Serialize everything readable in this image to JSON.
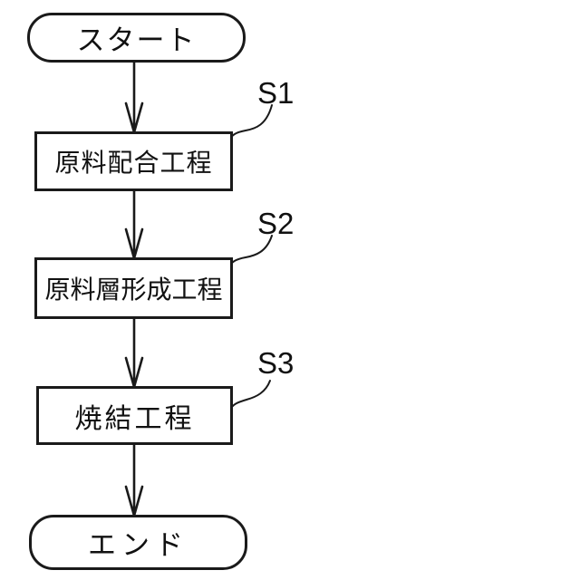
{
  "figure": {
    "background_color": "#ffffff",
    "line_color": "#1a1a1a",
    "type": "flowchart"
  },
  "nodes": [
    {
      "id": "start",
      "type": "terminator",
      "label": "スタート"
    },
    {
      "id": "step1",
      "type": "process",
      "label": "原料配合工程",
      "step": "S1"
    },
    {
      "id": "step2",
      "type": "process",
      "label": "原料層形成工程",
      "step": "S2"
    },
    {
      "id": "step3",
      "type": "process",
      "label": "焼結工程",
      "step": "S3"
    },
    {
      "id": "end",
      "type": "terminator",
      "label": "エンド"
    }
  ],
  "edges": [
    {
      "from": "start",
      "to": "step1"
    },
    {
      "from": "step1",
      "to": "step2"
    },
    {
      "from": "step2",
      "to": "step3"
    },
    {
      "from": "step3",
      "to": "end"
    }
  ]
}
